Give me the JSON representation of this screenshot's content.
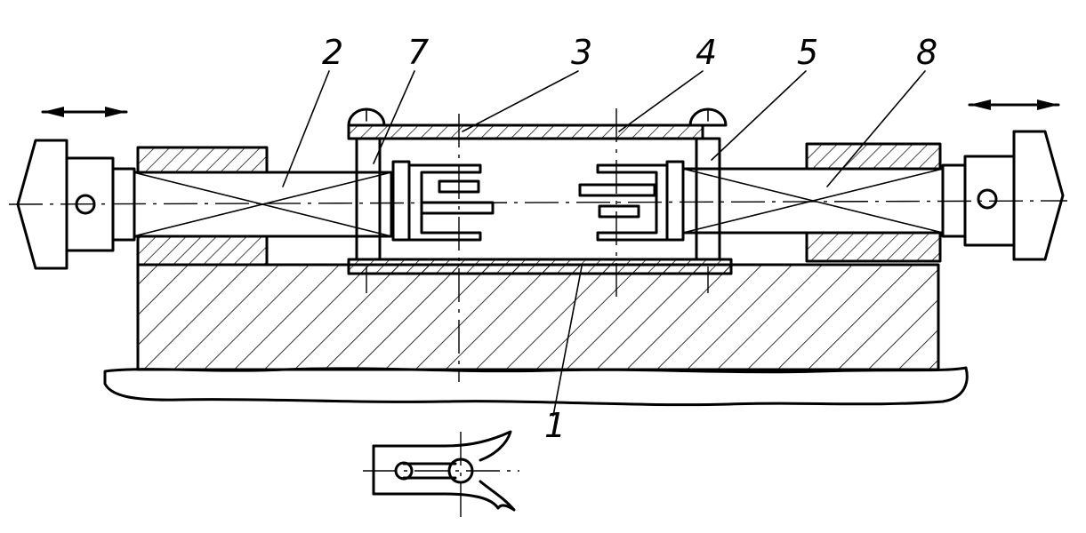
{
  "diagram": {
    "callouts": [
      {
        "id": "callout-1",
        "text": "1"
      },
      {
        "id": "callout-2",
        "text": "2"
      },
      {
        "id": "callout-3",
        "text": "3"
      },
      {
        "id": "callout-4",
        "text": "4"
      },
      {
        "id": "callout-5",
        "text": "5"
      },
      {
        "id": "callout-7",
        "text": "7"
      },
      {
        "id": "callout-8",
        "text": "8"
      }
    ]
  }
}
